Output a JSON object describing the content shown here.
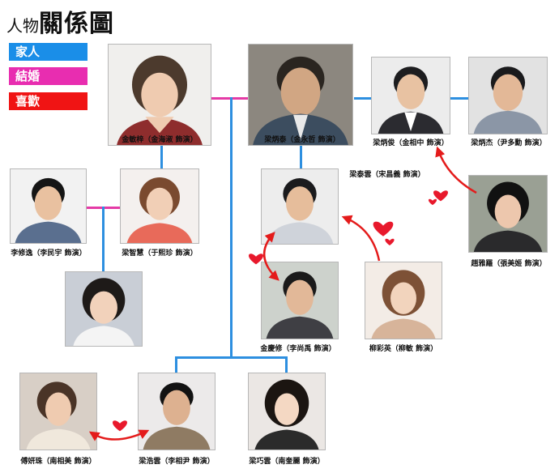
{
  "title": {
    "prefix": "人物",
    "main": "關係圖"
  },
  "legend": [
    {
      "label": "家人",
      "color": "#1a8ee8"
    },
    {
      "label": "結婚",
      "color": "#e82db0"
    },
    {
      "label": "喜歡",
      "color": "#f01414"
    }
  ],
  "colors": {
    "family_line": "#2d8fe0",
    "marriage_line": "#e43aa6",
    "like_arrow": "#e41b1b",
    "heart": "#e8192c"
  },
  "people": {
    "kim_minsi": {
      "caption": "金敏梓（金海淑 飾演）"
    },
    "liang_bingtai": {
      "caption": "梁炳泰（金永哲 飾演）"
    },
    "liang_bingjun": {
      "caption": "梁炳俊（金相中 飾演）"
    },
    "liang_bingjie": {
      "caption": "梁炳杰（尹多勳 飾演）"
    },
    "li_xiuyi": {
      "caption": "李修逸（李民宇 飾演）"
    },
    "liang_zhihui": {
      "caption": "梁智慧（于熙珍 飾演）"
    },
    "liang_taiyun": {
      "caption": "梁泰雲（宋昌義 飾演）"
    },
    "zhao_yaluo": {
      "caption": "趙雅羅（張美姬 飾演）"
    },
    "jin_qingxiu": {
      "caption": "金慶修（李尚禹 飾演）"
    },
    "liu_caiying": {
      "caption": "柳彩英（柳敏 飾演）"
    },
    "fu_yanzhu": {
      "caption": "傅妍珠（南相美 飾演）"
    },
    "liang_haoyun": {
      "caption": "梁浩雲（李相尹 飾演）"
    },
    "liang_qiaoyun": {
      "caption": "梁巧雲（南奎麗 飾演）"
    }
  }
}
